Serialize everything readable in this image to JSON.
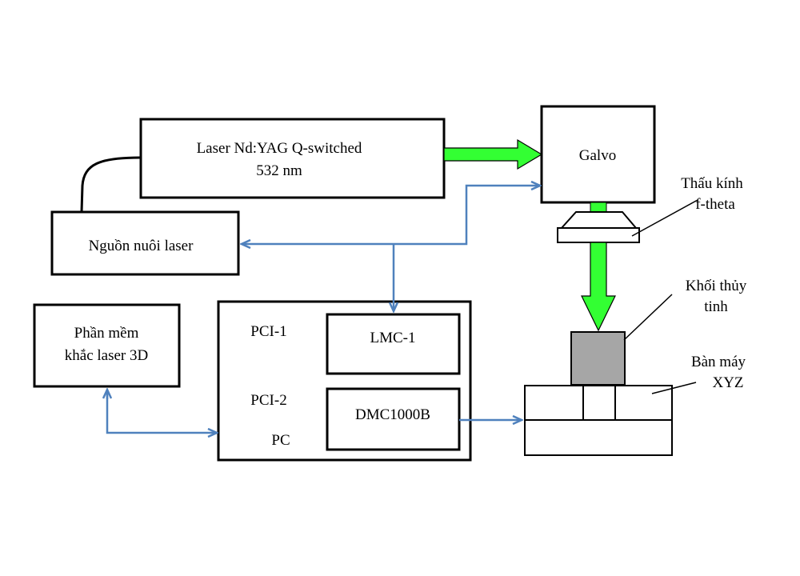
{
  "colors": {
    "beam": "#33ff33",
    "signal": "#4f81bd",
    "glass": "#a6a6a6",
    "outline": "#000000"
  },
  "laser": {
    "line1": "Laser Nd:YAG Q-switched",
    "line2": "532 nm"
  },
  "galvo": {
    "label": "Galvo"
  },
  "power_supply": {
    "label": "Nguồn nuôi laser"
  },
  "lens": {
    "line1": "Thấu kính",
    "line2": "f-theta"
  },
  "glass_block": {
    "line1": "Khối thủy",
    "line2": "tinh"
  },
  "stage": {
    "line1": "Bàn máy",
    "line2": "XYZ"
  },
  "software": {
    "line1": "Phần mềm",
    "line2": "khắc laser 3D"
  },
  "pc": {
    "label": "PC",
    "slot1": "PCI-1",
    "slot2": "PCI-2",
    "card1": "LMC-1",
    "card2": "DMC1000B"
  }
}
